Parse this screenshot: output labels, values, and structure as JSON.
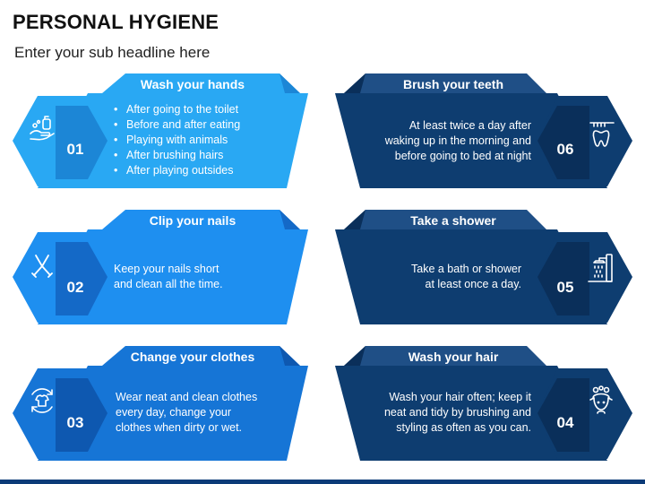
{
  "title": "PERSONAL HYGIENE",
  "subtitle": "Enter your sub headline here",
  "colors": {
    "light_1": "#29a8f3",
    "light_1_dark": "#1c86d6",
    "light_2": "#1e8ff0",
    "light_2_dark": "#1469c7",
    "light_3": "#1675d6",
    "light_3_dark": "#0e58b0",
    "dark_main": "#0e3d70",
    "dark_band": "#1f4f86",
    "dark_hex": "#0a2f5a"
  },
  "items": [
    {
      "number": "01",
      "header": "Wash your hands",
      "icon": "hand-washing-icon",
      "bullets": [
        "After going to the toilet",
        "Before and after eating",
        "Playing with animals",
        "After brushing hairs",
        "After playing outsides"
      ]
    },
    {
      "number": "02",
      "header": "Clip your nails",
      "icon": "nail-clipper-icon",
      "text_lines": [
        "Keep your nails short",
        "and clean all the time."
      ]
    },
    {
      "number": "03",
      "header": "Change your clothes",
      "icon": "shirt-cycle-icon",
      "text_lines": [
        "Wear neat and clean clothes",
        "every day, change your",
        "clothes when dirty or wet."
      ]
    },
    {
      "number": "06",
      "header": "Brush your teeth",
      "icon": "tooth-brush-icon",
      "text_lines": [
        "At least twice a day after",
        "waking up in the morning and",
        "before going to bed at night"
      ]
    },
    {
      "number": "05",
      "header": "Take a shower",
      "icon": "shower-icon",
      "text_lines": [
        "Take a bath or shower",
        "at least once a day."
      ]
    },
    {
      "number": "04",
      "header": "Wash your hair",
      "icon": "hair-wash-icon",
      "text_lines": [
        "Wash your hair often; keep it",
        "neat and tidy by brushing and",
        "styling as often as you can."
      ]
    }
  ]
}
